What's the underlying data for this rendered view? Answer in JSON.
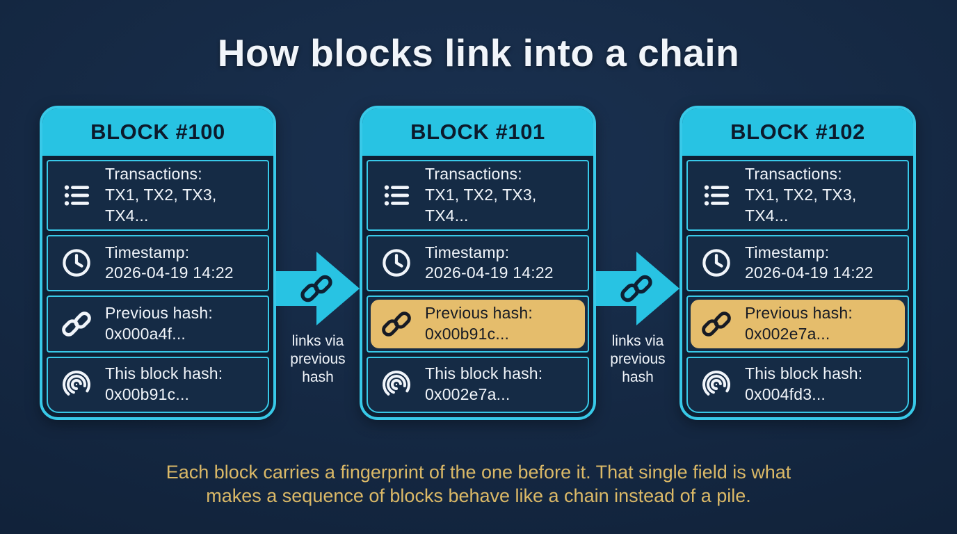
{
  "title": "How blocks link into a chain",
  "colors": {
    "background": "#12233a",
    "accent_cyan": "#28c3e3",
    "cyan_border": "#38c9e8",
    "highlight_gold": "#e5bd6c",
    "caption_gold": "#dbb967",
    "row_background": "#152b45",
    "dark_text": "#0c1a2c",
    "white_text": "#f1f5fa"
  },
  "blocks": [
    {
      "title": "BLOCK #100",
      "rows": [
        {
          "icon": "list-icon",
          "label": "Transactions:",
          "value": "TX1, TX2, TX3, TX4...",
          "highlight": false
        },
        {
          "icon": "clock-icon",
          "label": "Timestamp:",
          "value": "2026-04-19 14:22",
          "highlight": false
        },
        {
          "icon": "link-icon",
          "label": "Previous hash:",
          "value": "0x000a4f...",
          "highlight": false
        },
        {
          "icon": "fingerprint-icon",
          "label": "This block hash:",
          "value": "0x00b91c...",
          "highlight": false
        }
      ]
    },
    {
      "title": "BLOCK #101",
      "rows": [
        {
          "icon": "list-icon",
          "label": "Transactions:",
          "value": "TX1, TX2, TX3, TX4...",
          "highlight": false
        },
        {
          "icon": "clock-icon",
          "label": "Timestamp:",
          "value": "2026-04-19 14:22",
          "highlight": false
        },
        {
          "icon": "link-icon",
          "label": "Previous hash:",
          "value": "0x00b91c...",
          "highlight": true
        },
        {
          "icon": "fingerprint-icon",
          "label": "This block hash:",
          "value": "0x002e7a...",
          "highlight": false
        }
      ]
    },
    {
      "title": "BLOCK #102",
      "rows": [
        {
          "icon": "list-icon",
          "label": "Transactions:",
          "value": "TX1, TX2, TX3, TX4...",
          "highlight": false
        },
        {
          "icon": "clock-icon",
          "label": "Timestamp:",
          "value": "2026-04-19 14:22",
          "highlight": false
        },
        {
          "icon": "link-icon",
          "label": "Previous hash:",
          "value": "0x002e7a...",
          "highlight": true
        },
        {
          "icon": "fingerprint-icon",
          "label": "This block hash:",
          "value": "0x004fd3...",
          "highlight": false
        }
      ]
    }
  ],
  "connectors": [
    {
      "label": "links via previous hash"
    },
    {
      "label": "links via previous hash"
    }
  ],
  "caption_line1": "Each block carries a fingerprint of the one before it. That single field is what",
  "caption_line2": "makes a sequence of blocks behave like a chain instead of a pile."
}
